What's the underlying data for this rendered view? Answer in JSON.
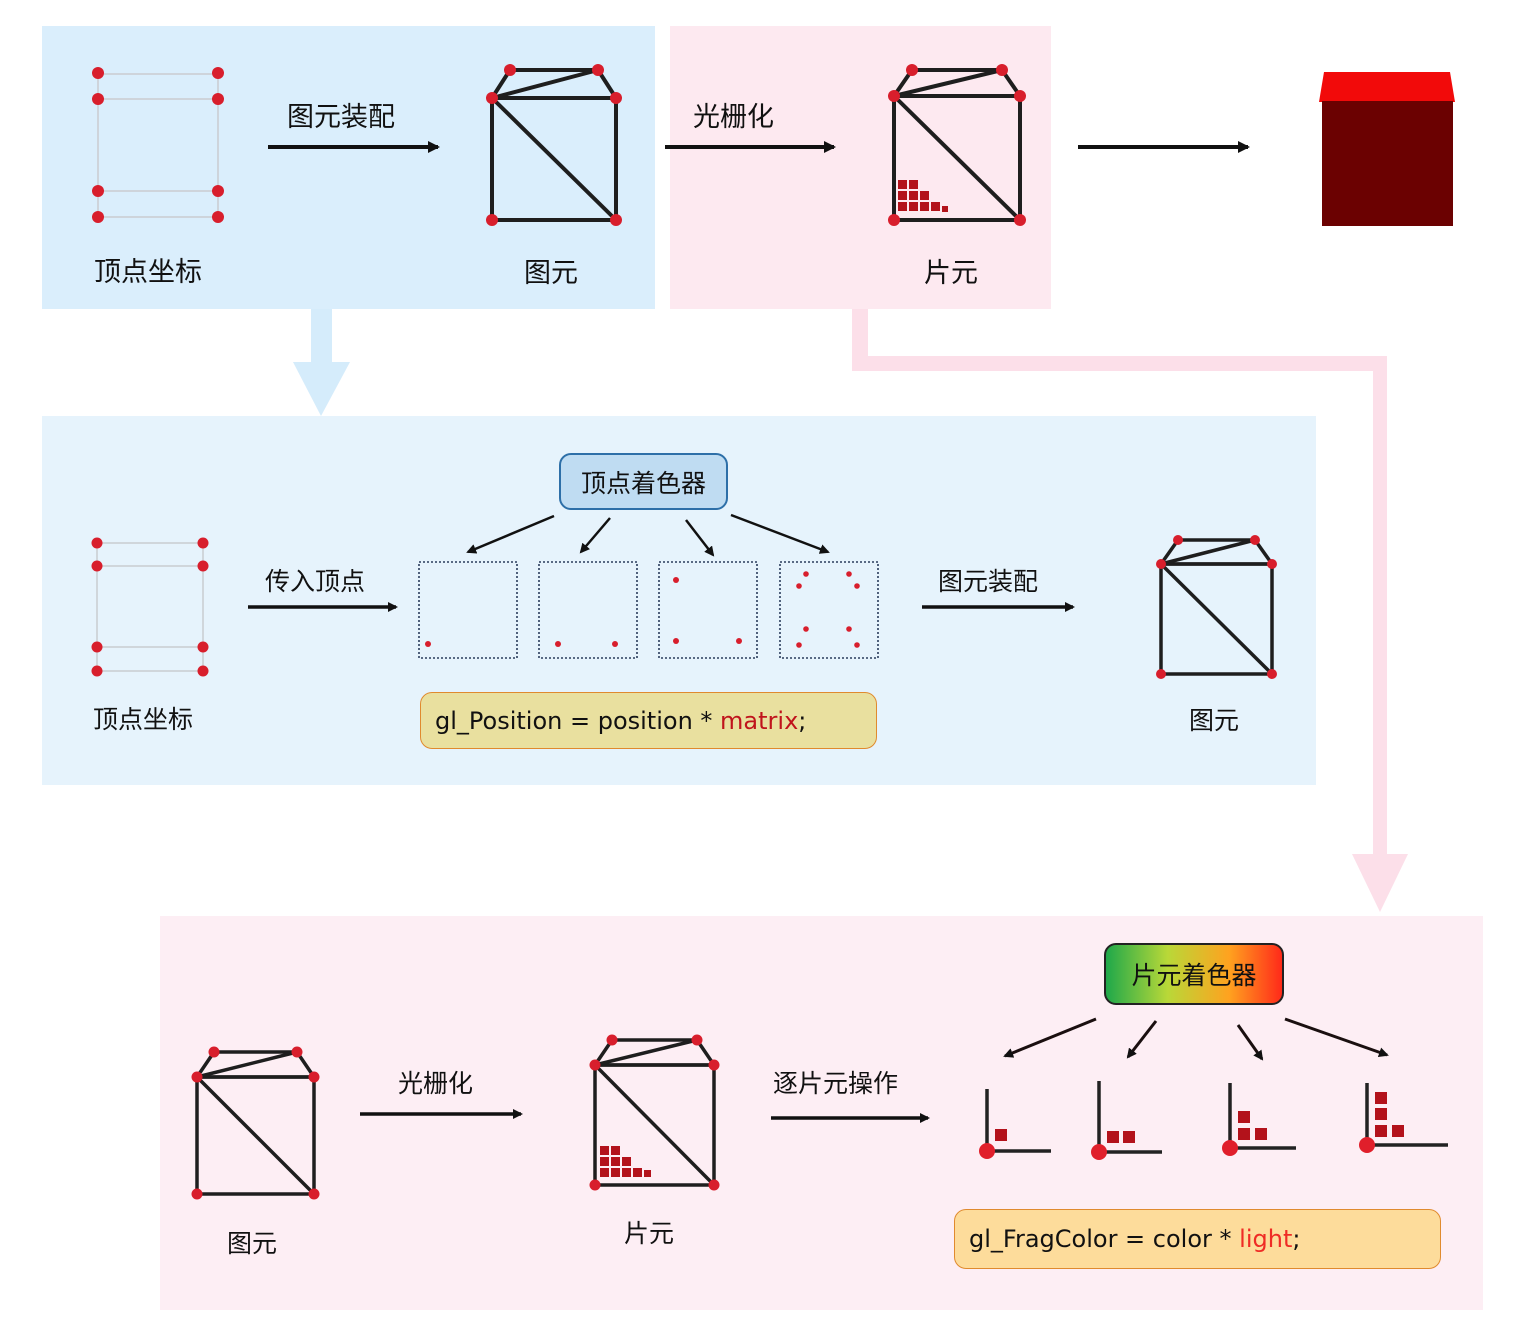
{
  "top": {
    "vertex_label": "顶点坐标",
    "assembly_label": "图元装配",
    "primitive_label": "图元",
    "raster_label": "光栅化",
    "fragment_label": "片元"
  },
  "vertex_stage": {
    "vertex_label": "顶点坐标",
    "input_label": "传入顶点",
    "shader_label": "顶点着色器",
    "assembly_label": "图元装配",
    "primitive_label": "图元",
    "code": {
      "prefix": "gl_Position = position * ",
      "var": "matrix",
      "suffix": ";"
    }
  },
  "fragment_stage": {
    "primitive_label": "图元",
    "raster_label": "光栅化",
    "fragment_label": "片元",
    "per_frag_label": "逐片元操作",
    "shader_label": "片元着色器",
    "code": {
      "prefix": "gl_FragColor = color * ",
      "var": "light",
      "suffix": ";"
    }
  },
  "colors": {
    "vertex_red": "#d81e2c",
    "fragment_red": "#b3121b",
    "blue_panel": "#daeefc",
    "pink_panel": "#fde9f0",
    "cube_top": "#f20a0a",
    "cube_side": "#6b0101"
  }
}
